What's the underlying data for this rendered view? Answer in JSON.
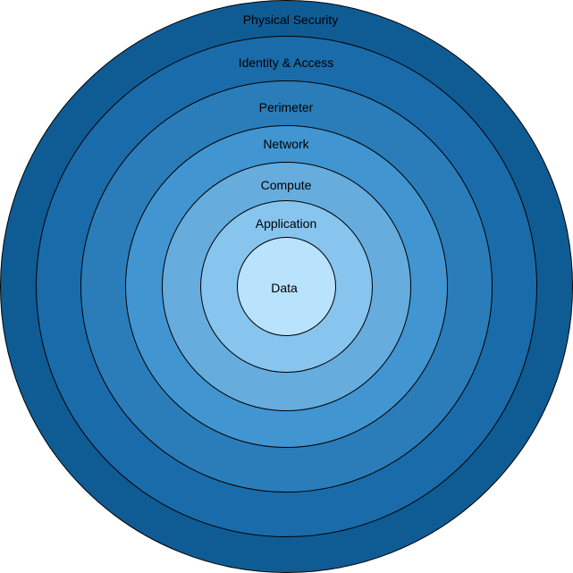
{
  "diagram": {
    "layers": [
      {
        "label": "Physical Security",
        "color": "#0f5c95"
      },
      {
        "label": "Identity & Access",
        "color": "#1a6ba9"
      },
      {
        "label": "Perimeter",
        "color": "#2a7db8"
      },
      {
        "label": "Network",
        "color": "#4195d1"
      },
      {
        "label": "Compute",
        "color": "#66acdd"
      },
      {
        "label": "Application",
        "color": "#87c5ef"
      },
      {
        "label": "Data",
        "color": "#b9e2fd"
      }
    ]
  }
}
